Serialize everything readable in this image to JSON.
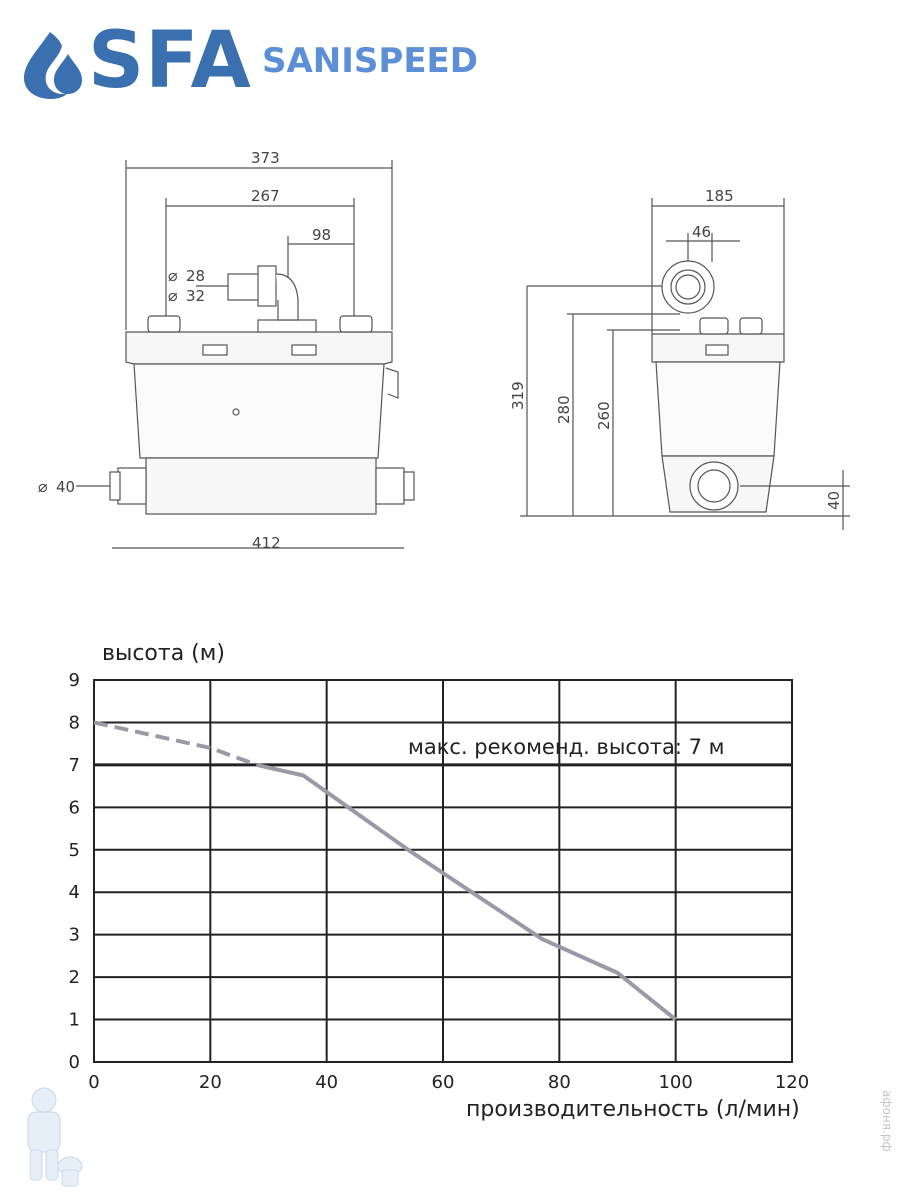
{
  "brand": {
    "name": "SFA",
    "product": "SANISPEED"
  },
  "drawing": {
    "front": {
      "dim_373": "373",
      "dim_267": "267",
      "dim_98": "98",
      "dim_28": "28",
      "dim_32": "32",
      "dim_40": "40",
      "dim_412": "412"
    },
    "side": {
      "dim_185": "185",
      "dim_46": "46",
      "dim_319": "319",
      "dim_280": "280",
      "dim_260": "260",
      "dim_40": "40"
    }
  },
  "chart_data": {
    "type": "line",
    "ylabel": "высота (м)",
    "xlabel": "производительность (л/мин)",
    "xlim": [
      0,
      120
    ],
    "ylim": [
      0,
      9
    ],
    "x_ticks": [
      "0",
      "20",
      "40",
      "60",
      "80",
      "100",
      "120"
    ],
    "y_ticks": [
      "0",
      "1",
      "2",
      "3",
      "4",
      "5",
      "6",
      "7",
      "8",
      "9"
    ],
    "grid": true,
    "annotation": "макс. рекоменд. высота: 7 м",
    "max_height_line": 7,
    "series": [
      {
        "style": "dashed",
        "color": "#9a9aa6",
        "x": [
          0,
          20,
          28
        ],
        "y": [
          8,
          7.4,
          7.0
        ]
      },
      {
        "style": "solid",
        "color": "#9a9aa6",
        "x": [
          28,
          36,
          54,
          77,
          90,
          100
        ],
        "y": [
          7.0,
          6.75,
          5.0,
          2.9,
          2.1,
          1.0
        ]
      }
    ]
  }
}
